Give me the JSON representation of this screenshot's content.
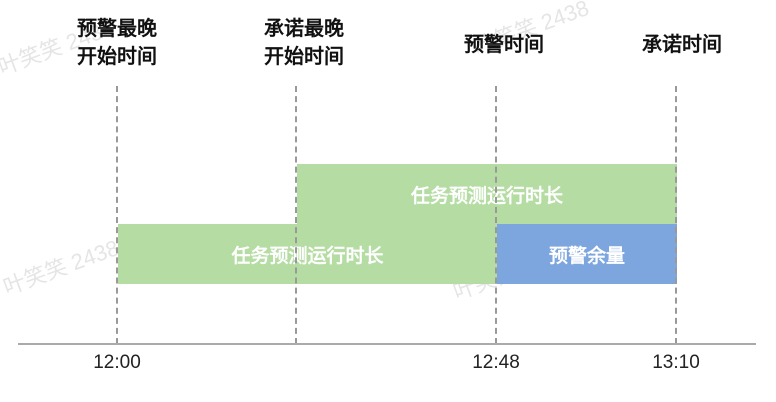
{
  "markers": [
    {
      "label": "预警最晚\n开始时间"
    },
    {
      "label": "承诺最晚\n开始时间"
    },
    {
      "label": "预警时间"
    },
    {
      "label": "承诺时间"
    }
  ],
  "bars": [
    {
      "label": "任务预测运行时长",
      "color": "#b5dca3"
    },
    {
      "label": "任务预测运行时长",
      "color": "#b5dca3"
    },
    {
      "label": "预警余量",
      "color": "#7ea6de"
    }
  ],
  "axis_ticks": [
    "12:00",
    "12:48",
    "13:10"
  ],
  "watermark": "叶笑笑 2438"
}
